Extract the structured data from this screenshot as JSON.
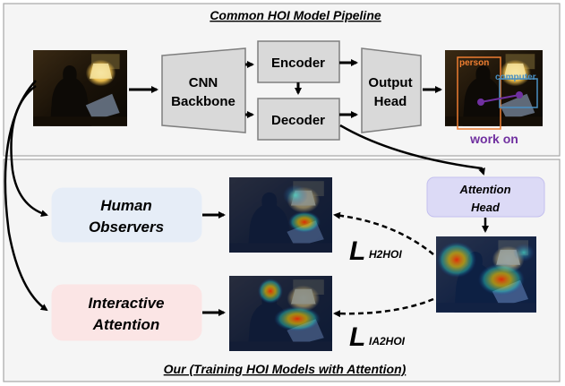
{
  "top_section": {
    "title": "Common HOI Model Pipeline",
    "cnn_backbone": [
      "CNN",
      "Backbone"
    ],
    "encoder": "Encoder",
    "decoder": "Decoder",
    "output_head": [
      "Output",
      "Head"
    ],
    "detection_labels": {
      "person": "person",
      "object": "computer",
      "interaction": "work on"
    }
  },
  "bottom_section": {
    "title": "Our (Training HOI Models with Attention)",
    "human_observers": [
      "Human",
      "Observers"
    ],
    "interactive_attention": [
      "Interactive",
      "Attention"
    ],
    "attention_head": [
      "Attention",
      "Head"
    ],
    "loss_h2hoi": {
      "symbol": "L",
      "subscript": "H2HOI"
    },
    "loss_ia2hoi": {
      "symbol": "L",
      "subscript": "IA2HOI"
    }
  },
  "colors": {
    "box_fill": "#d9d9d9",
    "human_observers_fill": "#e6edf7",
    "interactive_attention_fill": "#fbe5e5",
    "attention_head_fill": "#dcdaf6",
    "interaction_label": "#7030a0",
    "person_label": "#ed7d31",
    "object_label": "#4a90c2"
  }
}
